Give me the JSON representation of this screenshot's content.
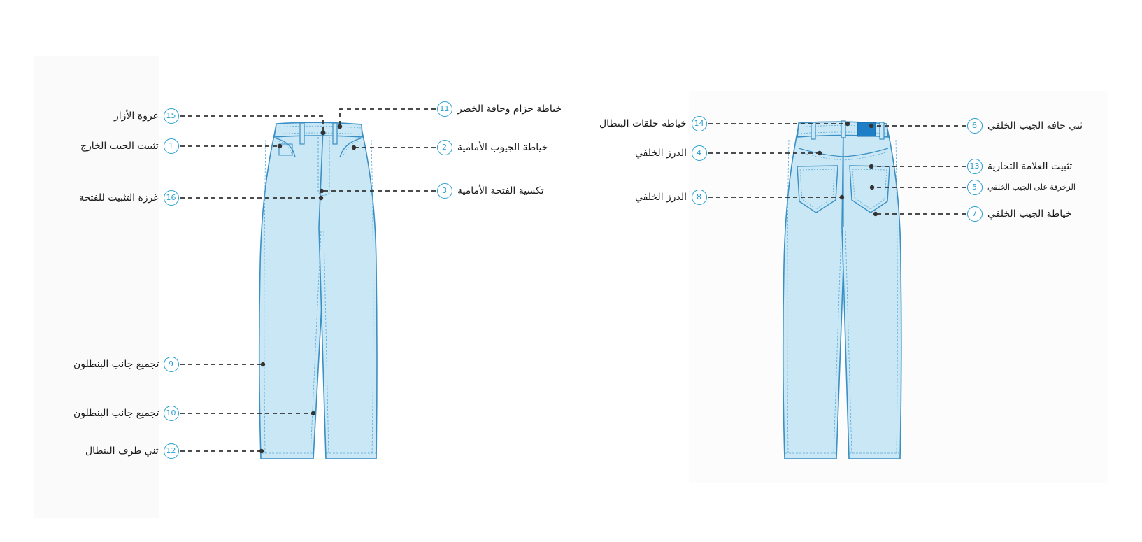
{
  "colors": {
    "denim_fill": "#c9e7f5",
    "denim_stroke": "#3a8fc4",
    "stitch": "#5aaad8",
    "callout": "#2a9fd0",
    "leader": "#333333",
    "patch": "#1f7fc6"
  },
  "front_callouts": [
    {
      "id": "15",
      "label": "عروة الأزار"
    },
    {
      "id": "1",
      "label": "تثبيت الجيب الخارج"
    },
    {
      "id": "16",
      "label": "غرزة التثبيت للفتحة"
    },
    {
      "id": "9",
      "label": "تجميع جانب البنطلون"
    },
    {
      "id": "10",
      "label": "تجميع جانب البنطلون"
    },
    {
      "id": "12",
      "label": "ثني طرف البنطال"
    },
    {
      "id": "11",
      "label": "خياطة حزام وحافة الخصر"
    },
    {
      "id": "2",
      "label": "خياطة الجيوب الأمامية"
    },
    {
      "id": "3",
      "label": "تكسية الفتحة الأمامية"
    }
  ],
  "back_callouts": [
    {
      "id": "14",
      "label": "خياطة حلقات البنطال"
    },
    {
      "id": "4",
      "label": "الدرز الخلفي"
    },
    {
      "id": "8",
      "label": "الدرز الخلفي"
    },
    {
      "id": "6",
      "label": "ثني حافة الجيب الخلفي"
    },
    {
      "id": "13",
      "label": "تثبيت العلامة التجارية"
    },
    {
      "id": "5",
      "label": "الزخرفة على الجيب الخلفي"
    },
    {
      "id": "7",
      "label": "خياطة الجيب الخلفي"
    }
  ]
}
